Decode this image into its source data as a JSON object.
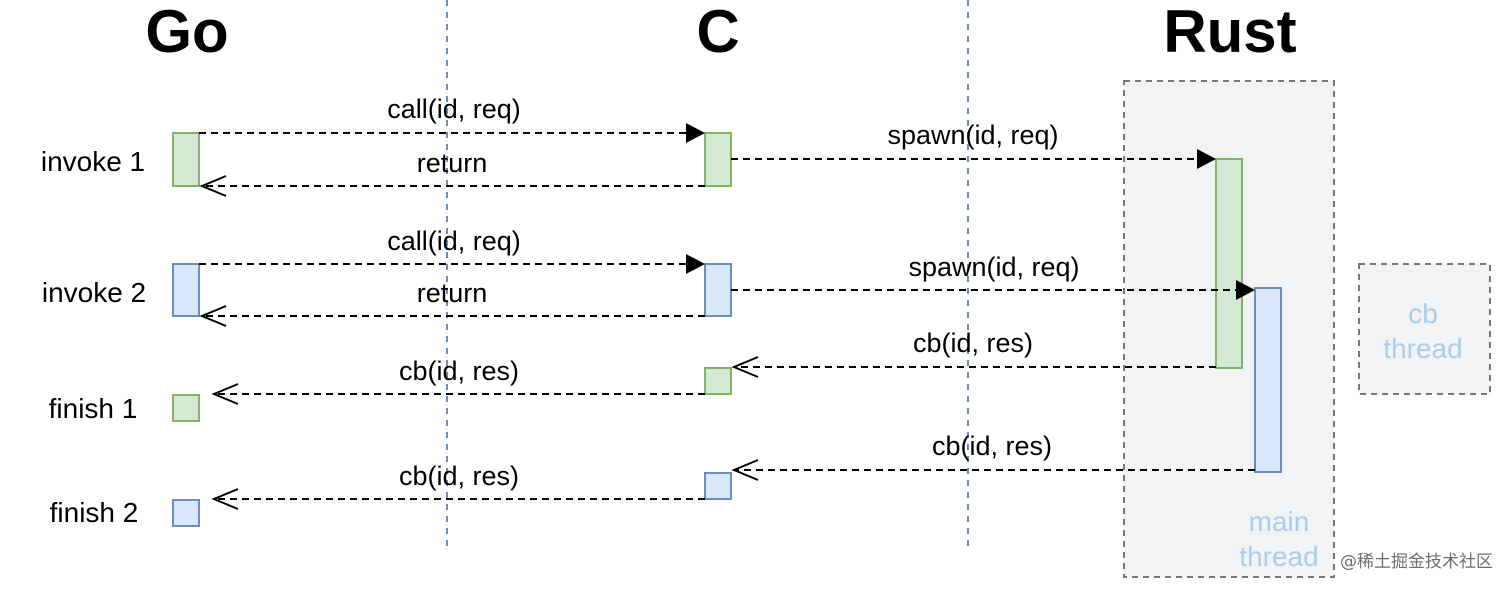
{
  "headers": {
    "go": "Go",
    "c": "C",
    "rust": "Rust"
  },
  "steps": {
    "invoke1": "invoke 1",
    "invoke2": "invoke 2",
    "finish1": "finish 1",
    "finish2": "finish 2"
  },
  "messages": {
    "call1": "call(id, req)",
    "return1": "return",
    "spawn1": "spawn(id, req)",
    "call2": "call(id, req)",
    "return2": "return",
    "spawn2": "spawn(id, req)",
    "cb_rust_1": "cb(id, res)",
    "cb_c_1": "cb(id, res)",
    "cb_rust_2": "cb(id, res)",
    "cb_c_2": "cb(id, res)"
  },
  "threads": {
    "main_line1": "main",
    "main_line2": "thread",
    "cb_line1": "cb",
    "cb_line2": "thread"
  },
  "watermark": "@稀土掘金技术社区",
  "colors": {
    "green_fill": "#d5e8d4",
    "green_stroke": "#82b366",
    "blue_fill": "#dae8fc",
    "blue_stroke": "#6c8ebf",
    "thread_text": "#a9cdee"
  }
}
